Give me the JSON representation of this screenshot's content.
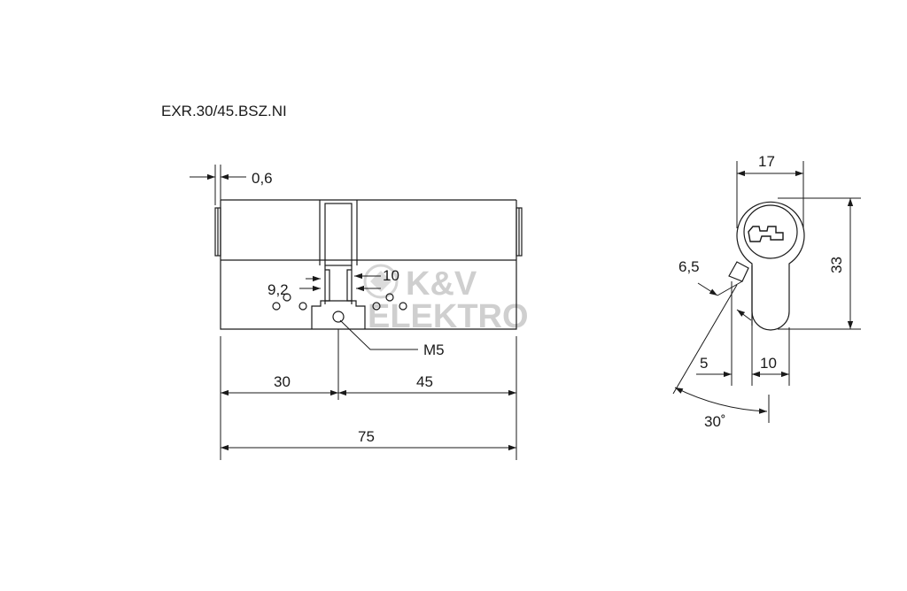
{
  "title": "EXR.30/45.BSZ.NI",
  "front_view": {
    "dim_gap": "0,6",
    "dim_cam_width": "10",
    "dim_cam_offset": "9,2",
    "screw_thread": "M5",
    "dim_left_length": "30",
    "dim_right_length": "45",
    "dim_total_length": "75"
  },
  "side_view": {
    "dim_width": "17",
    "dim_height": "33",
    "dim_cam_thickness": "6,5",
    "dim_offset": "5",
    "dim_body_width": "10",
    "dim_angle": "30˚"
  },
  "watermark": {
    "line1": "K&V",
    "line2": "ELEKTRO",
    "color": "#c9c9c9"
  },
  "colors": {
    "line": "#1a1a1a",
    "background": "#ffffff"
  }
}
